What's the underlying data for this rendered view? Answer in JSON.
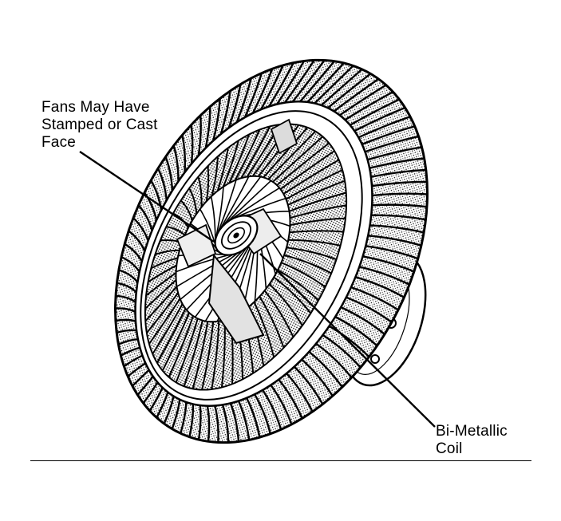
{
  "labels": {
    "face_label": [
      "Fans May Have",
      "Stamped or Cast",
      "Face"
    ],
    "coil_label": [
      "Bi-Metallic",
      "Coil"
    ]
  },
  "colors": {
    "ink": "#000000",
    "paper": "#ffffff",
    "shade": "#cfcfcf"
  },
  "icons": {
    "illustration": "fan-clutch-drawing"
  }
}
